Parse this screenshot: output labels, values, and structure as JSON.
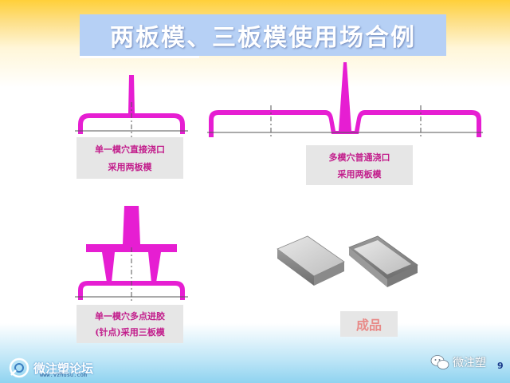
{
  "slide": {
    "title": "两板模、三板模使用场合例",
    "page_number": "9"
  },
  "captions": {
    "case1": {
      "line1": "单一模穴直接浇口",
      "line2": "采用两板模"
    },
    "case2": {
      "line1": "多模穴普通浇口",
      "line2": "采用两板模"
    },
    "case3": {
      "line1": "单一模穴多点进胶",
      "line2": "(针点)采用三板模"
    },
    "product": "成品"
  },
  "watermark": {
    "left_name": "微注塑论坛",
    "left_url": "www.vzhusu.com",
    "right_name": "微注塑"
  },
  "colors": {
    "magenta": "#e61ed2",
    "title_bg": "#b6d0f5",
    "caption_text": "#c21c8b"
  },
  "icons": {
    "left_logo": "site-logo-icon",
    "right_logo": "wechat-icon"
  }
}
